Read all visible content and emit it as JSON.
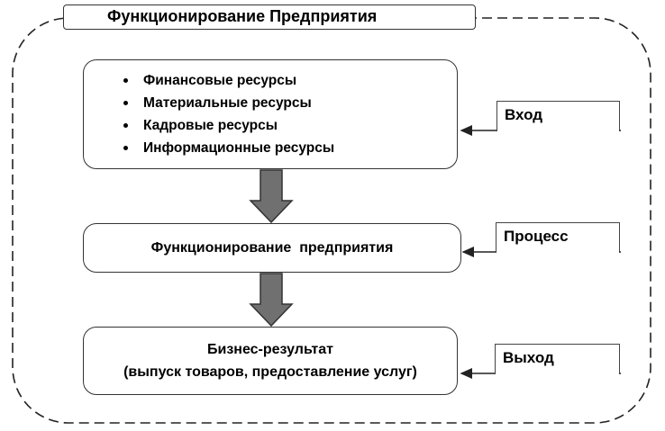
{
  "title": "Функционирование Предприятия",
  "input_stage": {
    "items": [
      "Финансовые ресурсы",
      "Материальные ресурсы",
      "Кадровые ресурсы",
      "Информационные ресурсы"
    ]
  },
  "process_stage": {
    "label": "Функционирование  предприятия"
  },
  "output_stage": {
    "line1": "Бизнес-результат",
    "line2": "(выпуск товаров, предоставление услуг)"
  },
  "tags": {
    "input": "Вход",
    "process": "Процесс",
    "output": "Выход"
  },
  "colors": {
    "arrow_fill": "#707070",
    "line": "#222222"
  }
}
